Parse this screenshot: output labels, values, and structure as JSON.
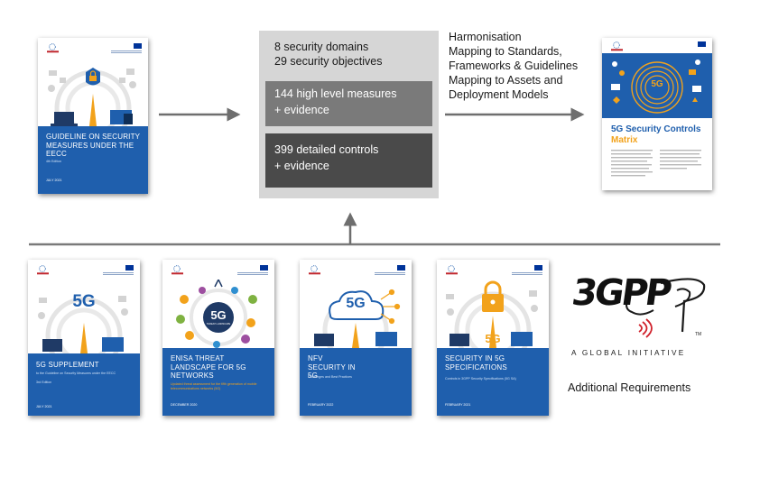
{
  "center_box": {
    "line1": "8 security domains",
    "line2": "29 security objectives",
    "band1": {
      "line1": "144 high level measures",
      "line2": "+ evidence"
    },
    "band2": {
      "line1": "399 detailed controls",
      "line2": "+ evidence"
    }
  },
  "right_text": [
    "Harmonisation",
    "Mapping to Standards,",
    "Frameworks & Guidelines",
    "Mapping to Assets and",
    "Deployment Models"
  ],
  "covers": {
    "guideline": {
      "title": "GUIDELINE ON SECURITY MEASURES UNDER THE EECC",
      "subtitle": "4th Edition",
      "date": "JULY 2021",
      "logo": "enisa"
    },
    "matrix": {
      "title_part1": "5G Security Controls",
      "title_part2": "Matrix",
      "badge": "5G",
      "logo": "enisa"
    },
    "supplement": {
      "badge": "5G",
      "title": "5G SUPPLEMENT",
      "subtitle": "to the Guideline on Security Measures under the EECC",
      "edition": "3rd Edition",
      "date": "JULY 2021",
      "logo": "enisa"
    },
    "threat": {
      "badge": "5G",
      "badge_sub": "THREAT LANDSCAPE",
      "title": "ENISA THREAT LANDSCAPE FOR 5G NETWORKS",
      "subtitle": "Updated threat assessment for the fifth generation of mobile telecommunications networks (5G)",
      "date": "DECEMBER 2020",
      "logo": "enisa"
    },
    "nfv": {
      "badge": "5G",
      "title": "NFV SECURITY IN 5G",
      "subtitle": "Challenges and Best Practices",
      "date": "FEBRUARY 2022",
      "logo": "enisa"
    },
    "specs": {
      "badge": "5G",
      "title": "SECURITY IN 5G SPECIFICATIONS",
      "subtitle": "Controls in 3GPP Security Specifications (5G SA)",
      "date": "FEBRUARY 2021",
      "logo": "enisa"
    }
  },
  "logo_3gpp": {
    "text": "3GPP",
    "tm": "TM",
    "tagline": "A GLOBAL INITIATIVE"
  },
  "additional_requirements": "Additional Requirements",
  "colors": {
    "cover_blue": "#1f5fad",
    "orange": "#f2a21b",
    "box_light": "#d6d6d6",
    "box_mid": "#7a7a7a",
    "box_dark": "#4a4a4a",
    "arrow": "#6e6e6e"
  }
}
